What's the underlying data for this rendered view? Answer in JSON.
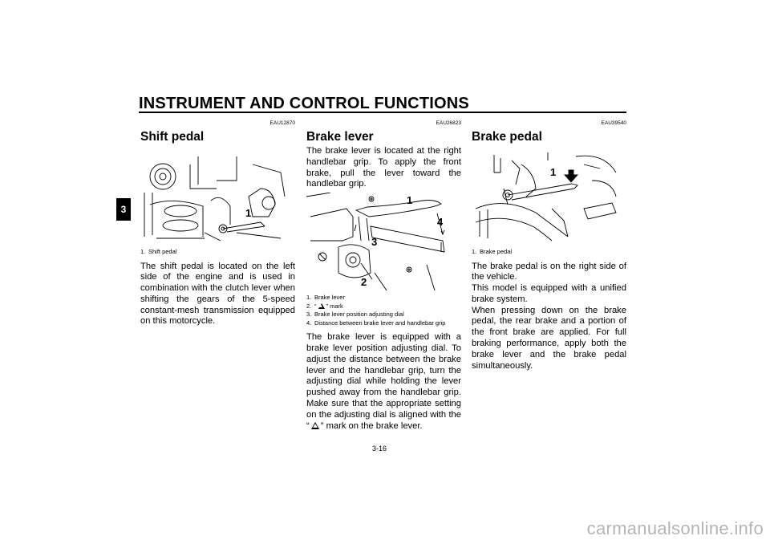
{
  "header": {
    "title": "INSTRUMENT AND CONTROL FUNCTIONS",
    "chapter": "3"
  },
  "shift_pedal": {
    "code": "EAU12870",
    "title": "Shift pedal",
    "callouts": [
      "1"
    ],
    "captions": [
      {
        "n": "1.",
        "text": "Shift pedal"
      }
    ],
    "body": "The shift pedal is located on the left side of the engine and is used in combination with the clutch lever when shifting the gears of the 5-speed constant-mesh transmission equipped on this motorcycle."
  },
  "brake_lever": {
    "code": "EAU26823",
    "title": "Brake lever",
    "intro": "The brake lever is located at the right handlebar grip. To apply the front brake, pull the lever toward the handlebar grip.",
    "callouts": [
      "1",
      "2",
      "3",
      "4"
    ],
    "captions": [
      {
        "n": "1.",
        "text": "Brake lever"
      },
      {
        "n": "2.",
        "pre": "“",
        "post": "” mark"
      },
      {
        "n": "3.",
        "text": "Brake lever position adjusting dial"
      },
      {
        "n": "4.",
        "text": "Distance between brake lever and handlebar grip"
      }
    ],
    "body_pre": "The brake lever is equipped with a brake lever position adjusting dial. To adjust the distance between the brake lever and the handlebar grip, turn the adjusting dial while holding the lever pushed away from the handlebar grip. Make sure that the appropriate setting on the adjusting dial is aligned with the “",
    "body_post": "” mark on the brake lever."
  },
  "brake_pedal": {
    "code": "EAU39540",
    "title": "Brake pedal",
    "callouts": [
      "1"
    ],
    "captions": [
      {
        "n": "1.",
        "text": "Brake pedal"
      }
    ],
    "body": [
      "The brake pedal is on the right side of the vehicle.",
      "This model is equipped with a unified brake system.",
      "When pressing down on the brake pedal, the rear brake and a portion of the front brake are applied. For full braking performance, apply both the brake lever and the brake pedal simultaneously."
    ]
  },
  "footer": {
    "page_number": "3-16",
    "watermark": "carmanualsonline.info"
  }
}
